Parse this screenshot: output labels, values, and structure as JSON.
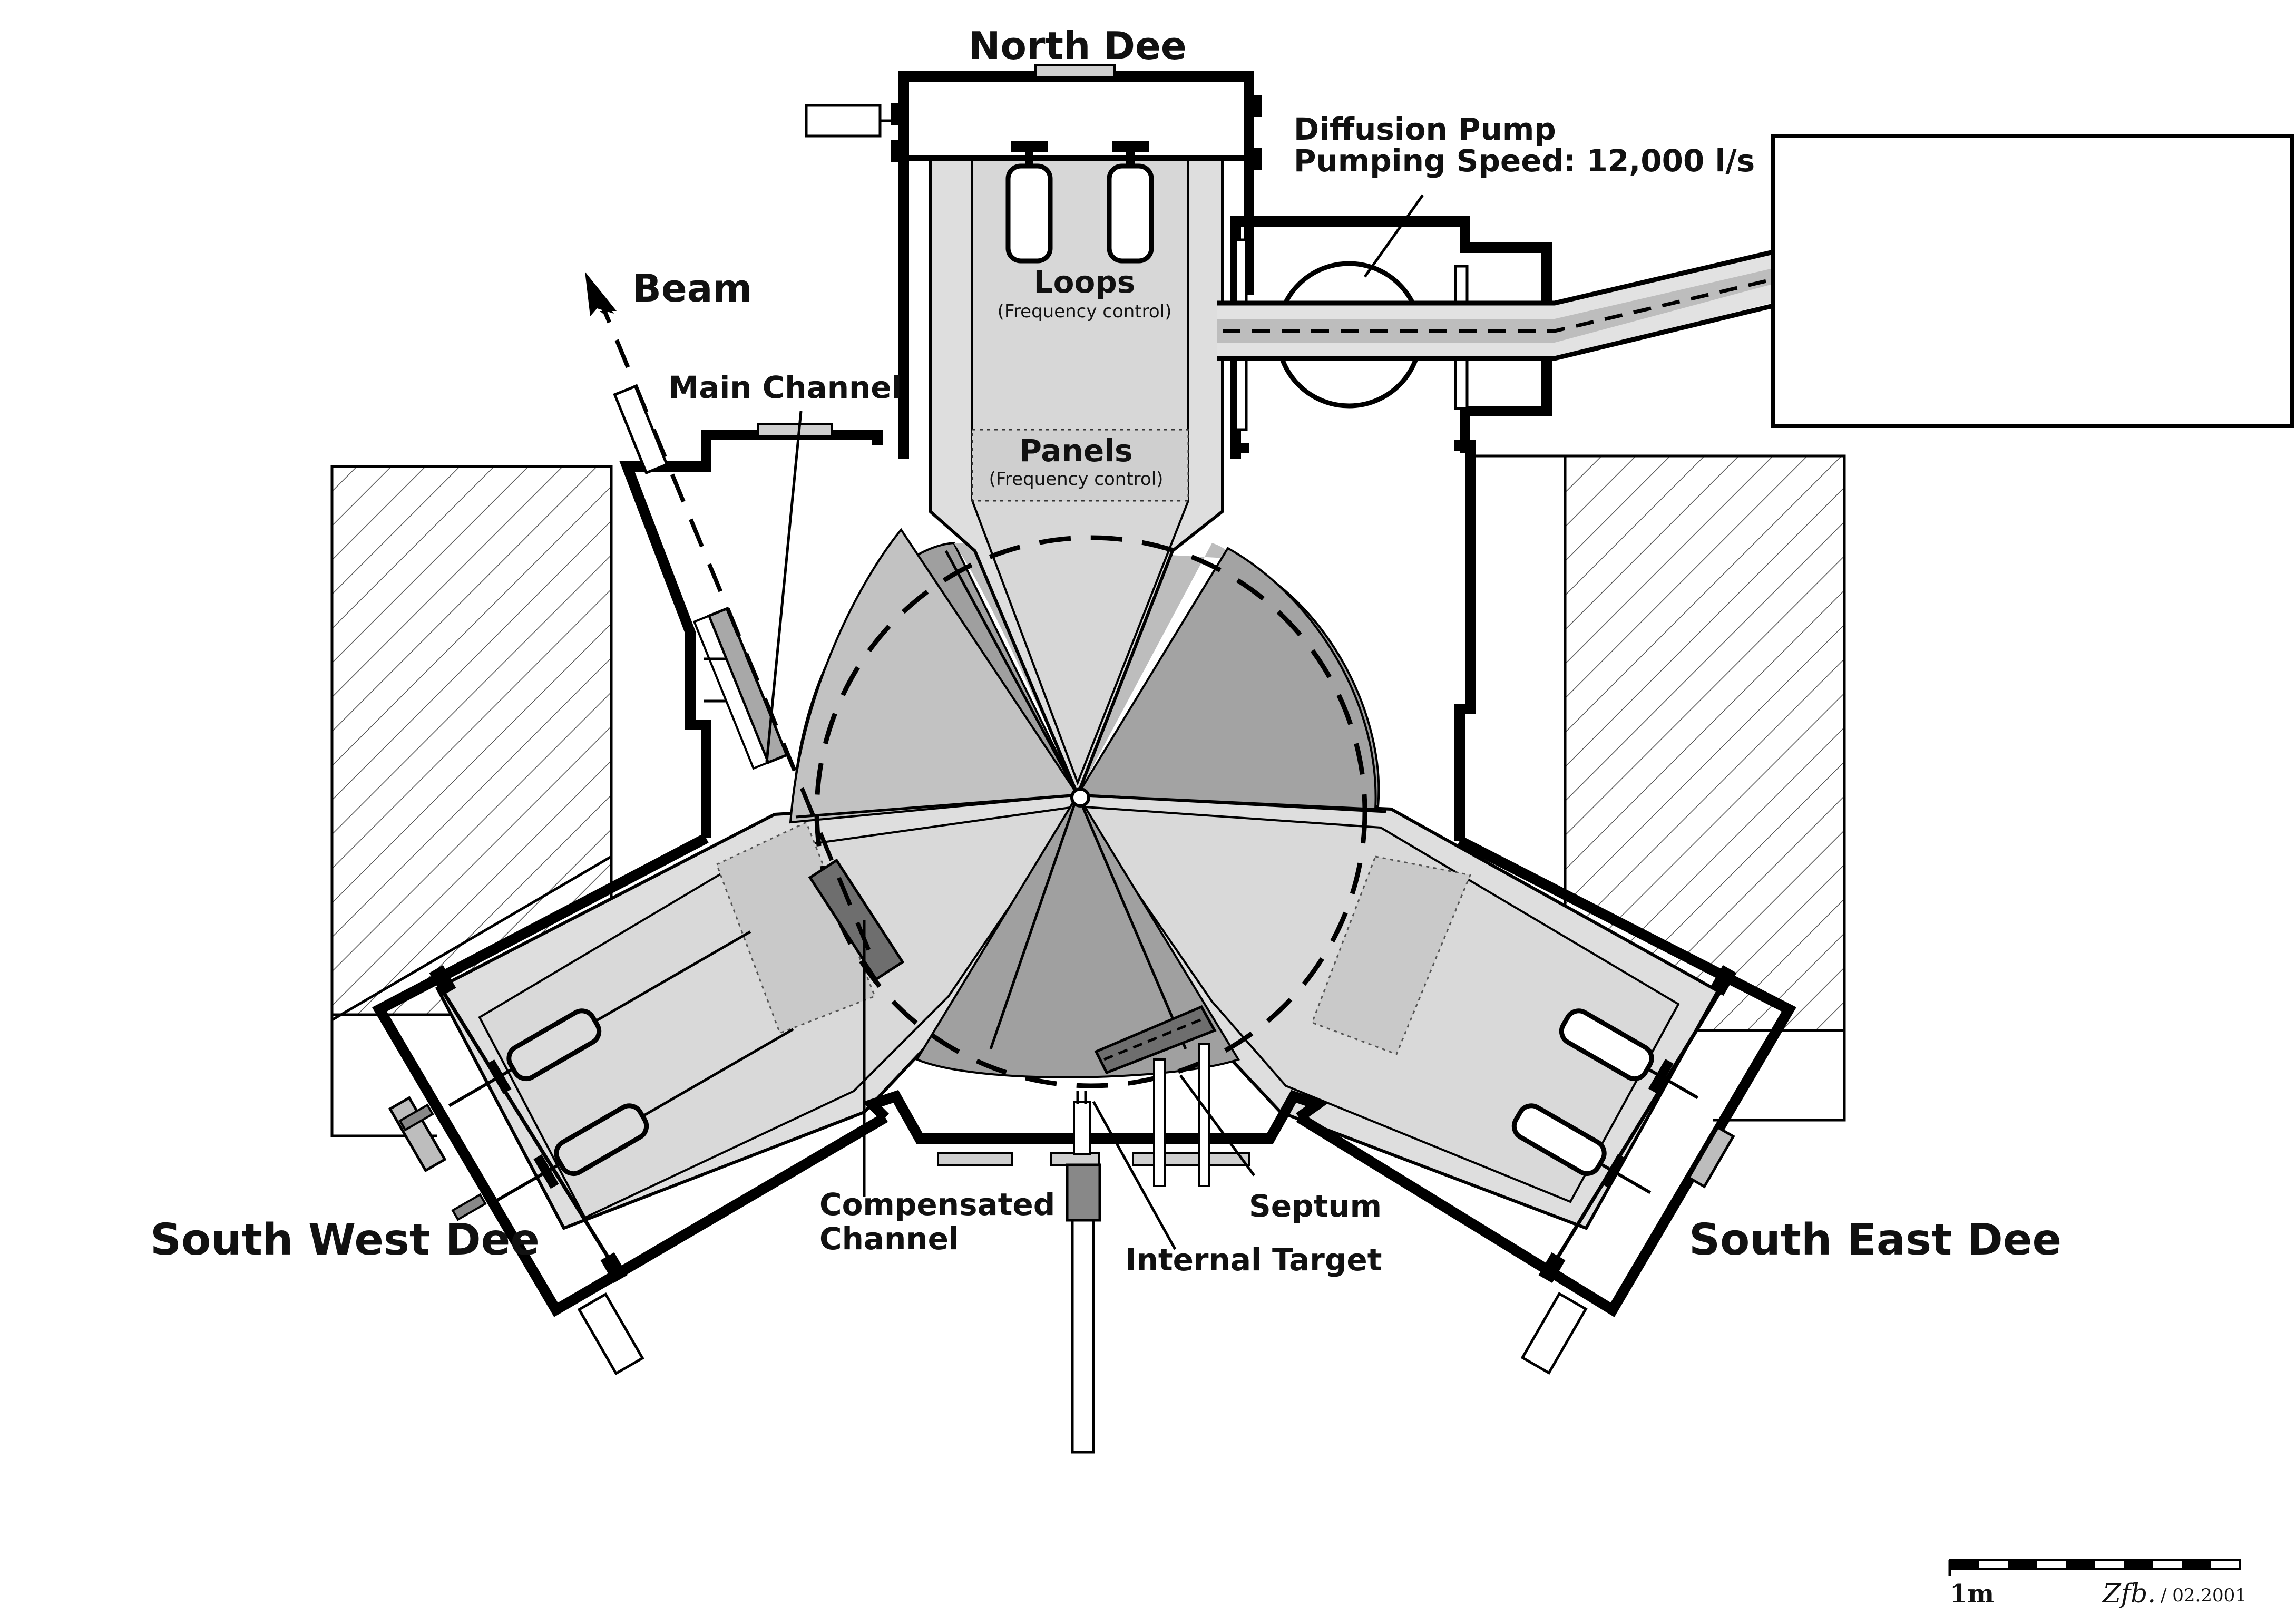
{
  "labels": {
    "north_dee": "North Dee",
    "south_west_dee": "South West Dee",
    "south_east_dee": "South East Dee",
    "beam": "Beam",
    "main_channel": "Main Channel",
    "loops": "Loops",
    "loops_note": "(Frequency control)",
    "panels": "Panels",
    "panels_note": "(Frequency control)",
    "pump_line1": "Diffusion Pump",
    "pump_line2": "Pumping Speed: 12,000 l/s",
    "compensated_line1": "Compensated",
    "compensated_line2": "Channel",
    "septum": "Septum",
    "internal_target": "Internal Target"
  },
  "scale_bar": {
    "label": "1m",
    "signature": "Zfb.",
    "date": "/ 02.2001"
  },
  "colors": {
    "line": "#000000",
    "dee_fill": "#dedede",
    "dee_mid": "#c6c6c6",
    "pole_dark": "#9a9a9a",
    "pole_light": "#bdbdbd",
    "component_dark": "#6e6e6e",
    "background": "#ffffff"
  }
}
